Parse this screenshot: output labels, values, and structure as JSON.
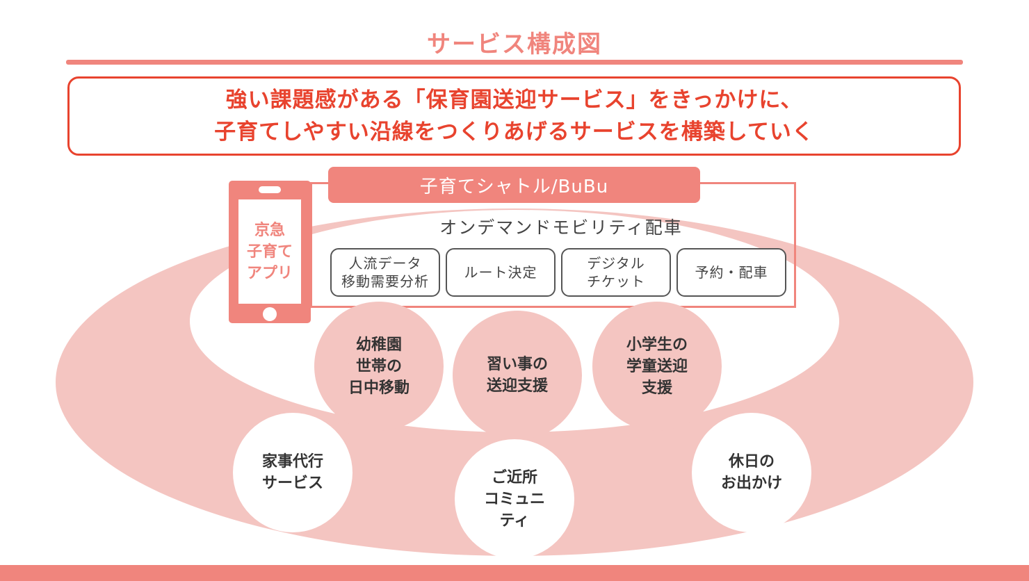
{
  "title": "サービス構成図",
  "message": {
    "line1": "強い課題感がある「保育園送迎サービス」をきっかけに、",
    "line2": "子育てしやすい沿線をつくりあげるサービスを構築していく"
  },
  "app": {
    "label": "京急\n子育て\nアプリ"
  },
  "shuttle": {
    "title": "子育てシャトル/BuBu",
    "subtitle": "オンデマンドモビリティ配車",
    "functions": [
      "人流データ\n移動需要分析",
      "ルート決定",
      "デジタル\nチケット",
      "予約・配車"
    ]
  },
  "inner_services": [
    "幼稚園\n世帯の\n日中移動",
    "習い事の\n送迎支援",
    "小学生の\n学童送迎\n支援"
  ],
  "outer_services": [
    "家事代行\nサービス",
    "ご近所\nコミュニ\nティ",
    "休日の\nお出かけ"
  ],
  "colors": {
    "accent": "#F0857D",
    "light": "#F4C5C1",
    "red": "#E8432E"
  }
}
